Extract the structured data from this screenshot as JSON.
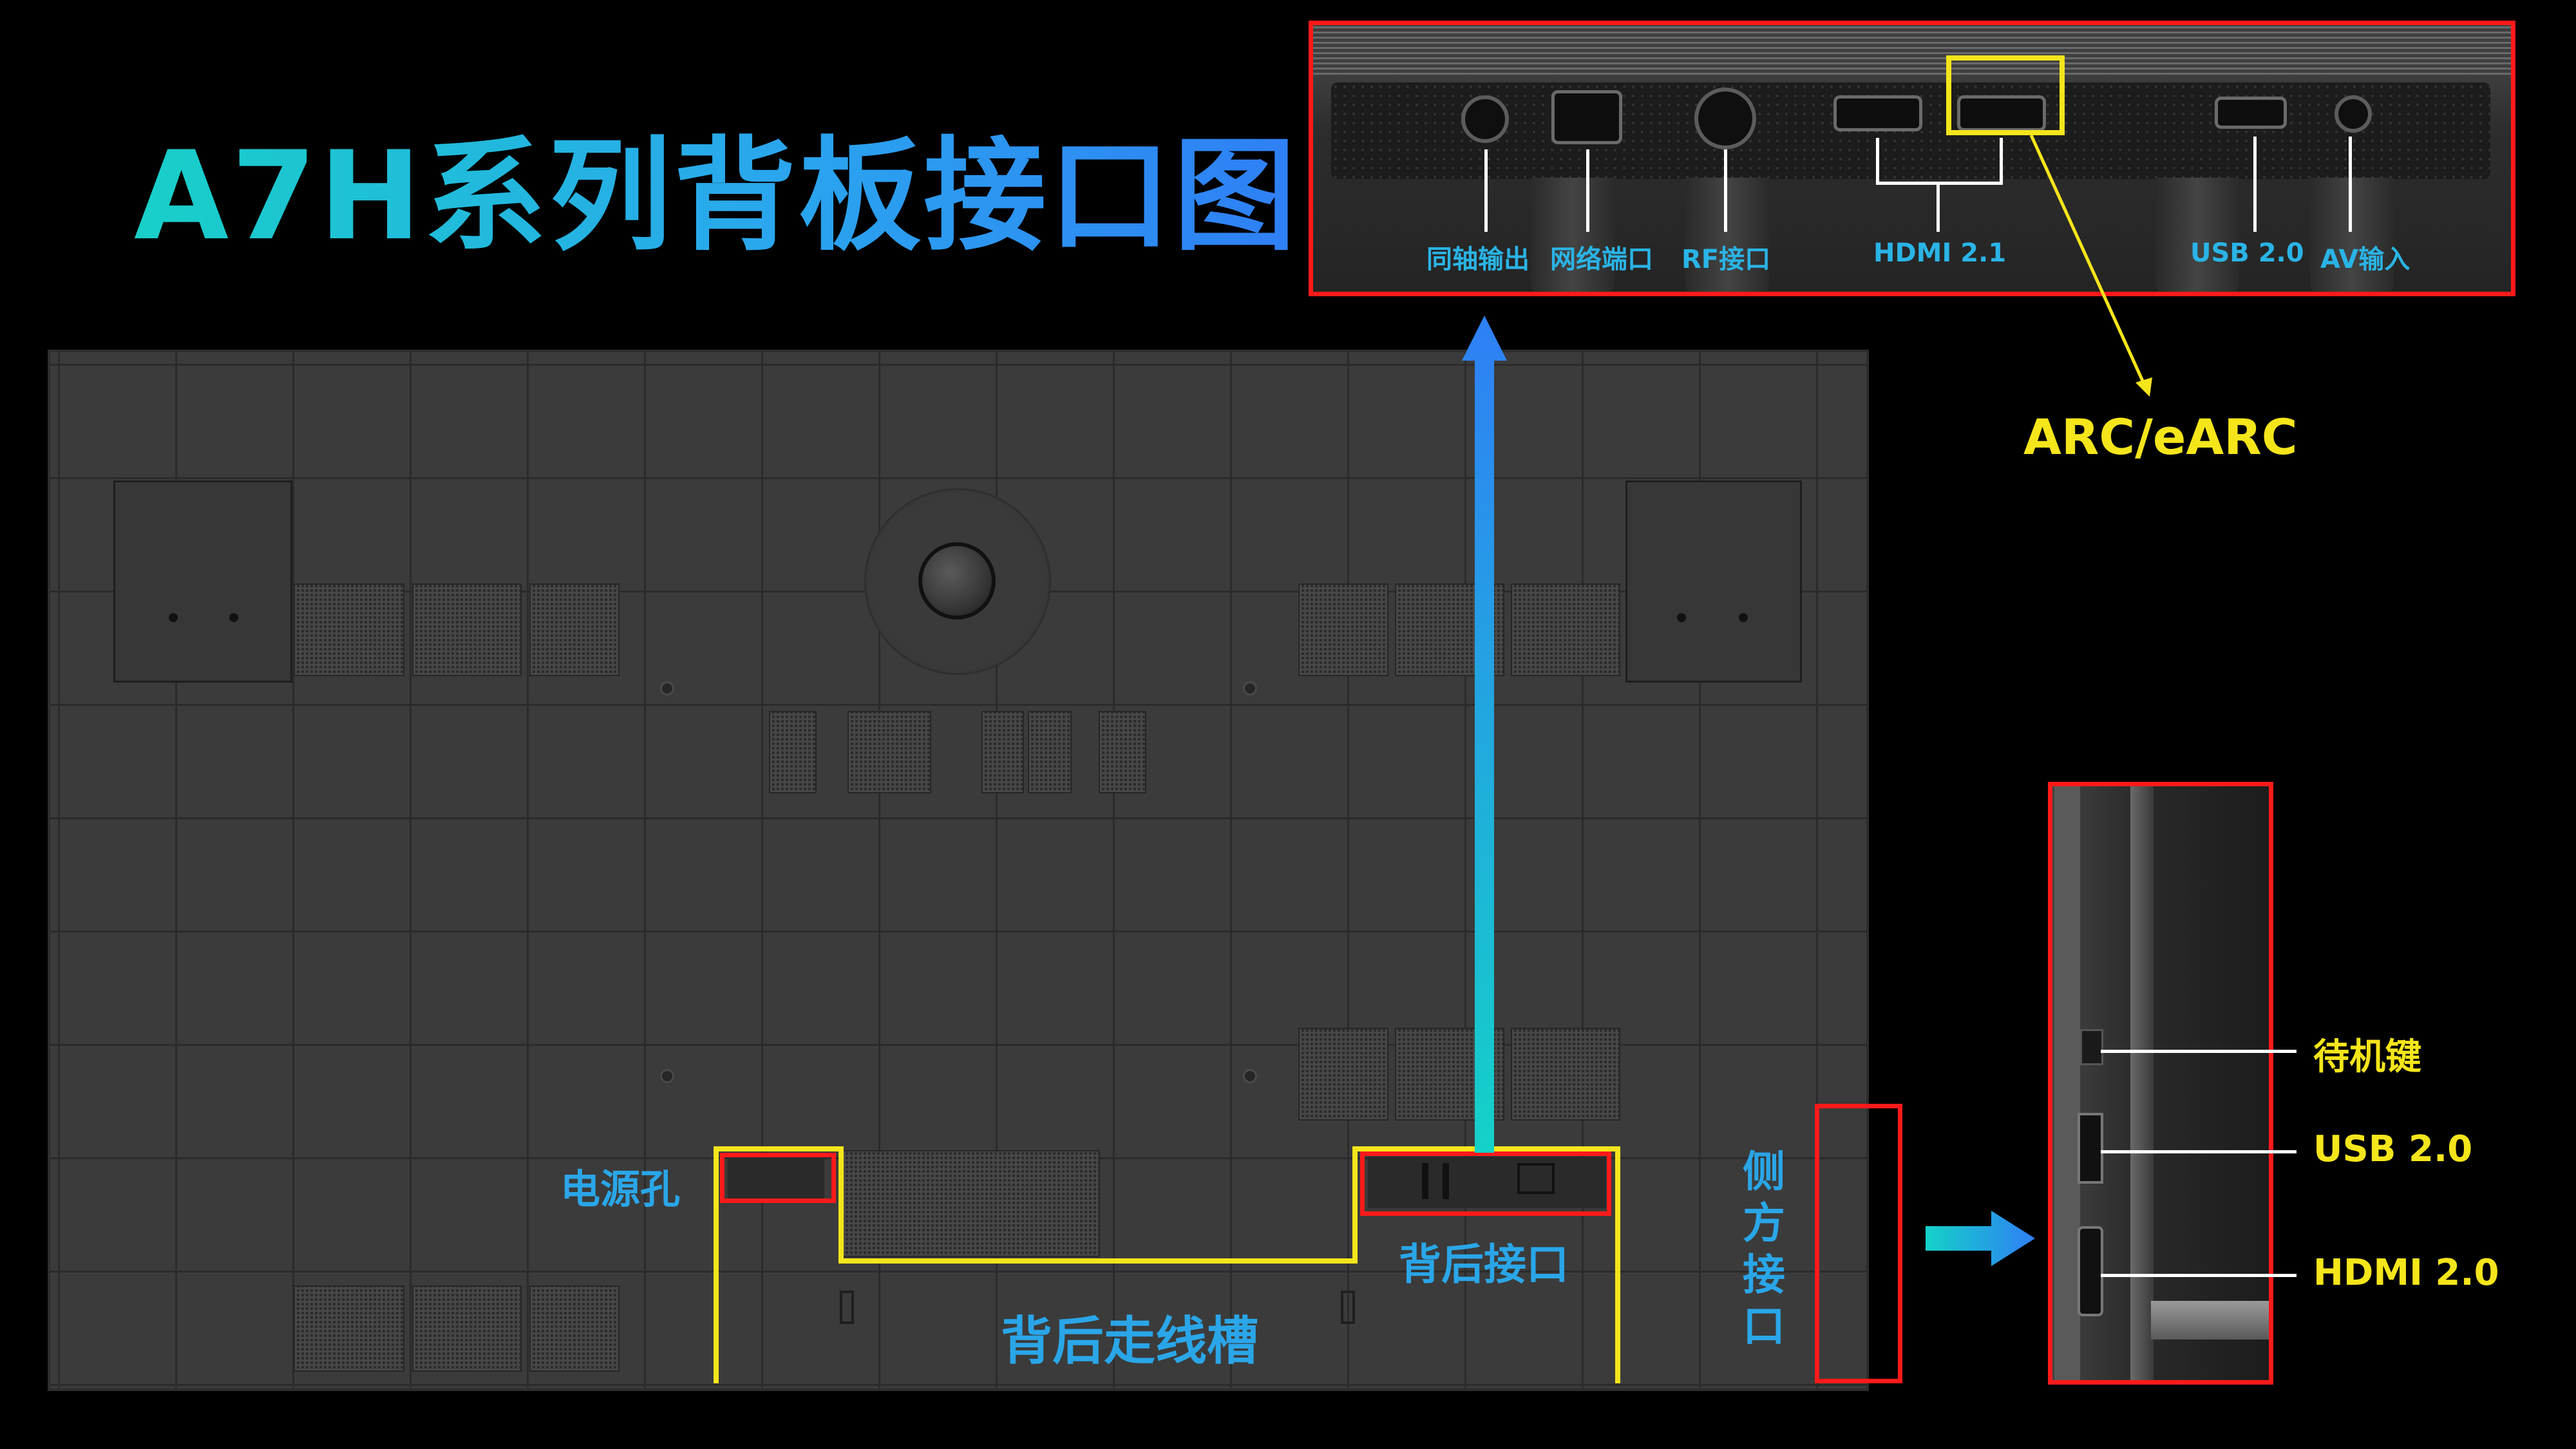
{
  "title": "A7H系列背板接口图",
  "top_ports": {
    "coaxial": "同轴输出",
    "network": "网络端口",
    "rf": "RF接口",
    "hdmi": "HDMI 2.1",
    "usb": "USB 2.0",
    "av": "AV输入"
  },
  "arc_label": "ARC/eARC",
  "rear_labels": {
    "power": "电源孔",
    "rear_ports": "背后接口",
    "cable_channel": "背后走线槽",
    "side_ports": [
      "侧",
      "方",
      "接",
      "口"
    ]
  },
  "side_ports": {
    "standby": "待机键",
    "usb": "USB 2.0",
    "hdmi": "HDMI 2.0"
  },
  "colors": {
    "highlight_red": "#ff1a1a",
    "highlight_yellow": "#f5e51b",
    "label_cyan": "#2aa6e8",
    "title_gradient_start": "#18d0c8",
    "title_gradient_end": "#2f7ff5"
  }
}
